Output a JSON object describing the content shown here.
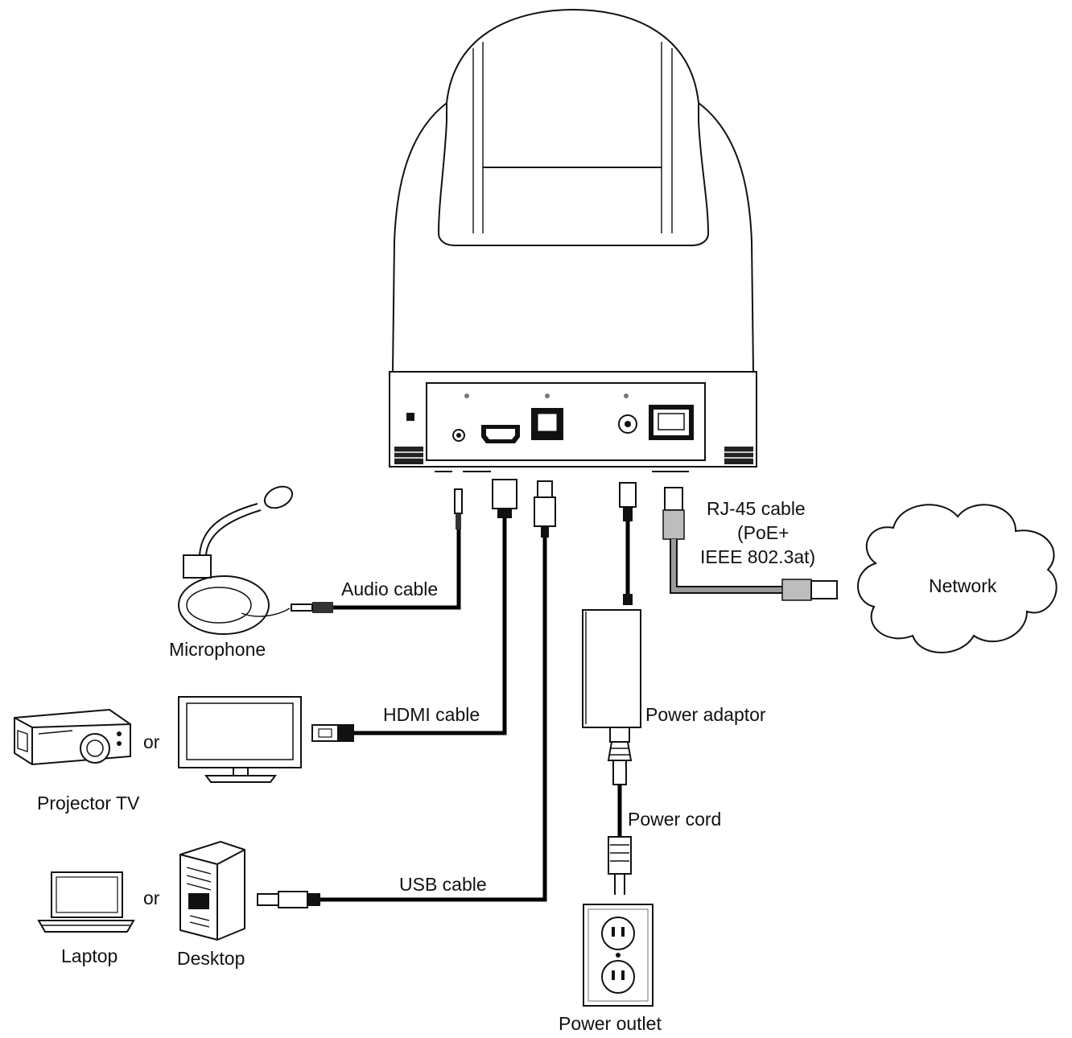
{
  "labels": {
    "audio_cable": "Audio cable",
    "microphone": "Microphone",
    "hdmi_cable": "HDMI cable",
    "projector_tv": "Projector TV",
    "or_display": "or",
    "usb_cable": "USB cable",
    "laptop": "Laptop",
    "or_computer": "or",
    "desktop": "Desktop",
    "rj45_line1": "RJ-45 cable",
    "rj45_line2": "(PoE+",
    "rj45_line3": "IEEE 802.3at)",
    "network": "Network",
    "power_adaptor": "Power adaptor",
    "power_cord": "Power cord",
    "power_outlet": "Power outlet"
  },
  "colors": {
    "line": "#111111",
    "rj45_cable": "#9a9a9a",
    "background": "#ffffff"
  }
}
